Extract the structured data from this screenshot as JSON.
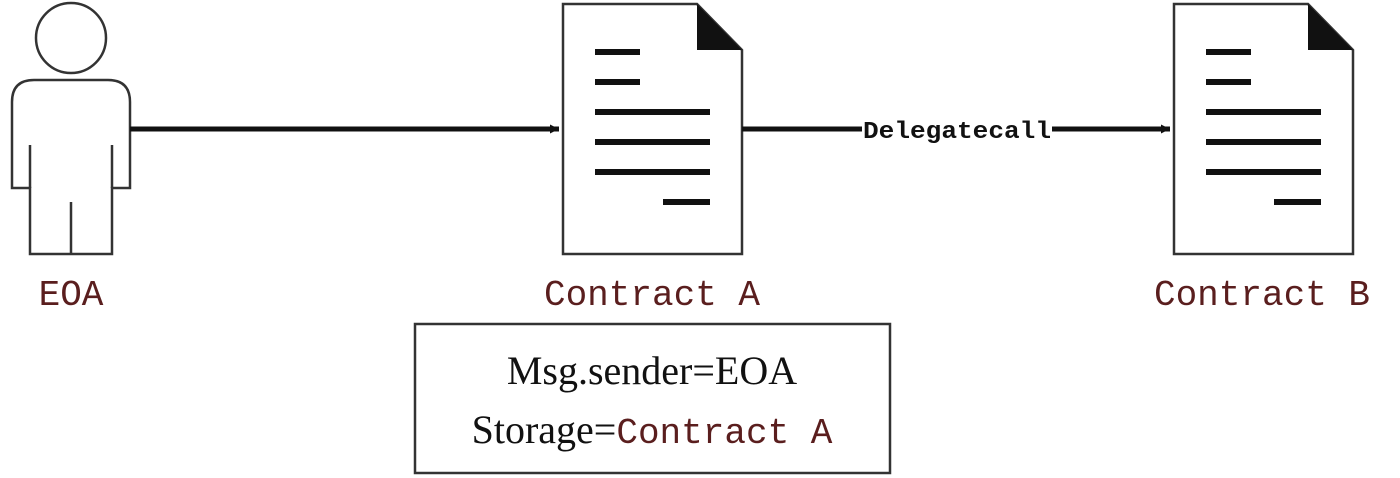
{
  "nodes": {
    "eoa": {
      "label": "EOA"
    },
    "contract_a": {
      "label": "Contract A"
    },
    "contract_b": {
      "label": "Contract B"
    }
  },
  "edges": {
    "delegatecall": {
      "label": "Delegatecall"
    }
  },
  "note": {
    "line1": "Msg.sender=EOA",
    "line2_prefix": "Storage=",
    "line2_value": "Contract A"
  },
  "colors": {
    "stroke": "#111111",
    "label": "#5a1e1e",
    "background": "#ffffff"
  }
}
